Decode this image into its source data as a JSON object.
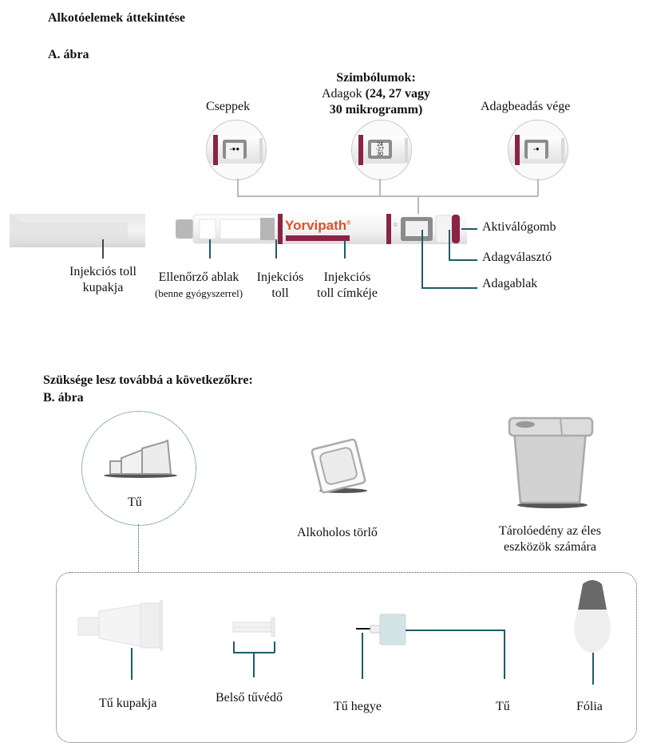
{
  "section_title": "Alkotóelemek áttekintése",
  "figure_a": {
    "title": "A. ábra",
    "callouts": {
      "drops": "Cseppek",
      "symbols_heading": "Szimbólumok:",
      "symbols_line2_normal": "Adagok ",
      "symbols_line2_bold": "(24, 27 vagy",
      "symbols_line3": "30 mikrogramm)",
      "dose_end": "Adagbeadás vége"
    },
    "zoom_windows": {
      "drops": "-●●",
      "doses": [
        "24",
        "-27",
        "30"
      ],
      "end": "-●"
    },
    "pen_brand": "Yorvipath",
    "pen_brand_mark": "®",
    "labels": {
      "cap_line1": "Injekciós toll",
      "cap_line2": "kupakja",
      "check_window": "Ellenőrző ablak",
      "check_window_sub": "(benne gyógyszerrel)",
      "pen_line1": "Injekciós",
      "pen_line2": "toll",
      "pen_label_line1": "Injekciós",
      "pen_label_line2": "toll címkéje",
      "activation_button": "Aktiválógomb",
      "dose_selector": "Adagválasztó",
      "dose_window": "Adagablak"
    }
  },
  "figure_b": {
    "intro": "Szüksége lesz továbbá a következőkre:",
    "title": "B. ábra",
    "items": {
      "needle": "Tű",
      "alcohol_wipe": "Alkoholos törlő",
      "sharps_container_line1": "Tárolóedény az éles",
      "sharps_container_line2": "eszközök számára"
    },
    "needle_parts": {
      "needle_cap": "Tű kupakja",
      "inner_shield": "Belső tűvédő",
      "needle_tip": "Tű hegye",
      "needle": "Tű",
      "foil": "Fólia"
    }
  },
  "colors": {
    "brand_accent": "#8b2346",
    "brand_text": "#d9512b",
    "callout_line": "#1d5c66"
  }
}
